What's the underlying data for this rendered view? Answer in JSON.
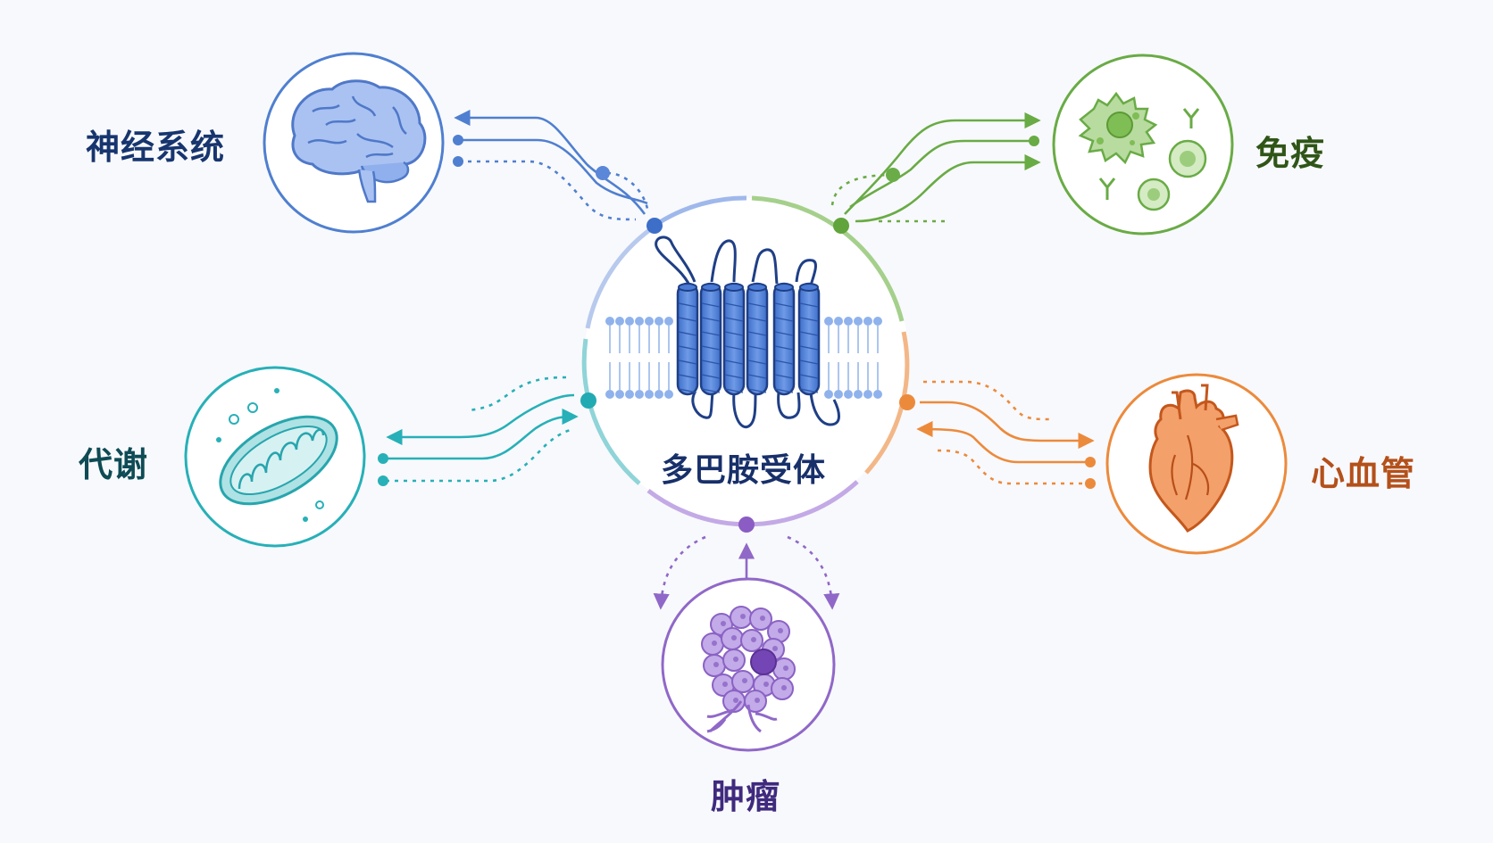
{
  "center": {
    "label": "多巴胺受体",
    "icon": "dopamine-receptor-gpcr-icon"
  },
  "nodes": {
    "neuro": {
      "label": "神经系统",
      "icon": "brain-icon",
      "color": "#4f7fd0"
    },
    "immune": {
      "label": "免疫",
      "icon": "immune-cells-icon",
      "color": "#69ab45"
    },
    "metab": {
      "label": "代谢",
      "icon": "mitochondria-icon",
      "color": "#27b0b8"
    },
    "cardio": {
      "label": "心血管",
      "icon": "heart-icon",
      "color": "#ec8a3c"
    },
    "tumor": {
      "label": "肿瘤",
      "icon": "tumor-cells-icon",
      "color": "#9068c8"
    }
  }
}
